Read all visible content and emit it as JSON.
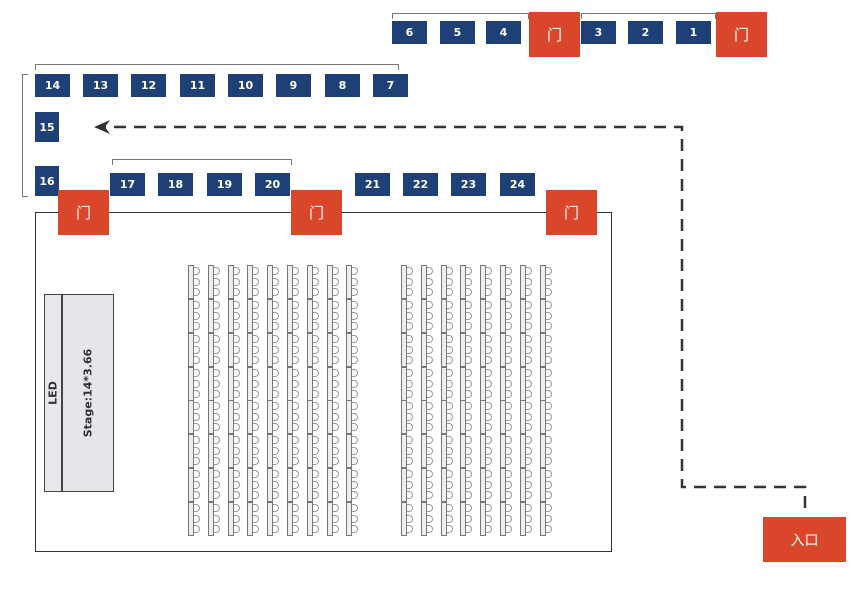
{
  "booths": [
    {
      "id": "1",
      "label": "1"
    },
    {
      "id": "2",
      "label": "2"
    },
    {
      "id": "3",
      "label": "3"
    },
    {
      "id": "4",
      "label": "4"
    },
    {
      "id": "5",
      "label": "5"
    },
    {
      "id": "6",
      "label": "6"
    },
    {
      "id": "7",
      "label": "7"
    },
    {
      "id": "8",
      "label": "8"
    },
    {
      "id": "9",
      "label": "9"
    },
    {
      "id": "10",
      "label": "10"
    },
    {
      "id": "11",
      "label": "11"
    },
    {
      "id": "12",
      "label": "12"
    },
    {
      "id": "13",
      "label": "13"
    },
    {
      "id": "14",
      "label": "14"
    },
    {
      "id": "15",
      "label": "15"
    },
    {
      "id": "16",
      "label": "16"
    },
    {
      "id": "17",
      "label": "17"
    },
    {
      "id": "18",
      "label": "18"
    },
    {
      "id": "19",
      "label": "19"
    },
    {
      "id": "20",
      "label": "20"
    },
    {
      "id": "21",
      "label": "21"
    },
    {
      "id": "22",
      "label": "22"
    },
    {
      "id": "23",
      "label": "23"
    },
    {
      "id": "24",
      "label": "24"
    }
  ],
  "door_label": "门",
  "entrance_label": "入口",
  "led_label": "LED",
  "stage_label": "Stage:14*3.66",
  "seating": {
    "groups": [
      {
        "name": "front-left",
        "columns": 9,
        "segments_per_column": 4,
        "chairs_per_segment": 3
      },
      {
        "name": "front-right",
        "columns": 8,
        "segments_per_column": 4,
        "chairs_per_segment": 3
      },
      {
        "name": "back-left",
        "columns": 9,
        "segments_per_column": 4,
        "chairs_per_segment": 3
      },
      {
        "name": "back-right",
        "columns": 8,
        "segments_per_column": 4,
        "chairs_per_segment": 3
      }
    ]
  },
  "colors": {
    "booth": "#1f3f77",
    "door": "#d9462a",
    "route": "#333333"
  }
}
